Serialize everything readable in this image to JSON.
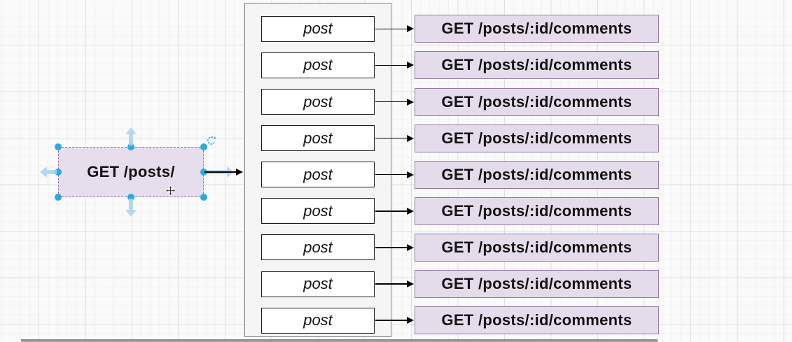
{
  "canvas": {
    "type": "diagram-editor-canvas",
    "grid": "on"
  },
  "selected_node": {
    "label": "GET /posts/",
    "state": "selected"
  },
  "rows": [
    {
      "source": "post",
      "target": "GET /posts/:id/comments"
    },
    {
      "source": "post",
      "target": "GET /posts/:id/comments"
    },
    {
      "source": "post",
      "target": "GET /posts/:id/comments"
    },
    {
      "source": "post",
      "target": "GET /posts/:id/comments"
    },
    {
      "source": "post",
      "target": "GET /posts/:id/comments"
    },
    {
      "source": "post",
      "target": "GET /posts/:id/comments"
    },
    {
      "source": "post",
      "target": "GET /posts/:id/comments"
    },
    {
      "source": "post",
      "target": "GET /posts/:id/comments"
    },
    {
      "source": "post",
      "target": "GET /posts/:id/comments"
    }
  ],
  "colors": {
    "selection_handle": "#29abe2",
    "connect_arrow_blue": "#abd2f0",
    "node_fill": "#e6deec",
    "node_border": "#9673a6",
    "endpoint_fill": "#e5dceb",
    "endpoint_border": "#9379a3",
    "container_fill": "#f5f5f5",
    "container_border": "#7f7f7f",
    "connector_black": "#000000",
    "bottom_bar_gray": "#9a9a9a"
  },
  "icons": {
    "rotate_handle": "circular-arrow",
    "move_cursor": "four-way-move-arrow",
    "connect_arrows": [
      "up",
      "down",
      "left",
      "right"
    ]
  }
}
